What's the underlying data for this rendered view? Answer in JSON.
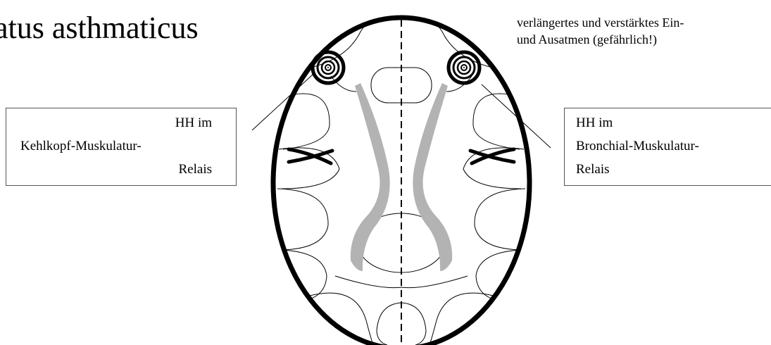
{
  "title": "atus asthmaticus",
  "note": {
    "line1": "verlängertes und verstärktes Ein-",
    "line2": "und Ausatmen (gefährlich!)"
  },
  "left_box": {
    "line1": "HH im",
    "line2": "Kehlkopf-Muskulatur-",
    "line3": "Relais"
  },
  "right_box": {
    "line1": "HH im",
    "line2": "Bronchial-Muskulatur-",
    "line3": "Relais"
  },
  "colors": {
    "outline": "#000000",
    "stroke_gray": "#b3b3b3",
    "line": "#000000"
  }
}
